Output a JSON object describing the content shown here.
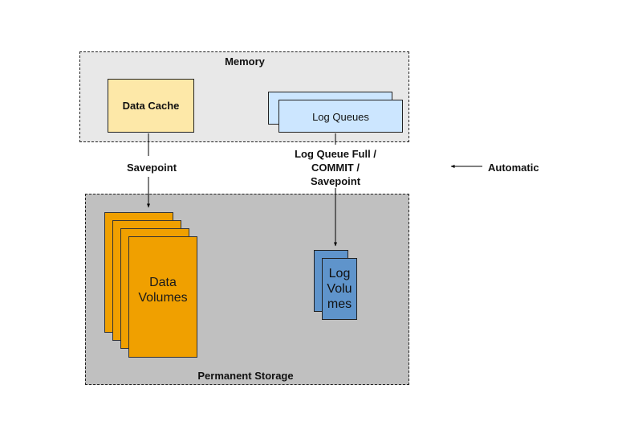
{
  "memory": {
    "label": "Memory"
  },
  "permanent_storage": {
    "label": "Permanent Storage"
  },
  "data_cache": {
    "label": "Data Cache"
  },
  "log_queues": {
    "label": "Log Queues"
  },
  "data_volumes": {
    "label": "Data Volumes"
  },
  "log_volumes": {
    "label": "Log Volumes"
  },
  "edges": {
    "savepoint": {
      "label": "Savepoint"
    },
    "log_write": {
      "line1": "Log Queue Full /",
      "line2": "COMMIT /",
      "line3": "Savepoint"
    }
  },
  "legend": {
    "automatic": "Automatic"
  }
}
